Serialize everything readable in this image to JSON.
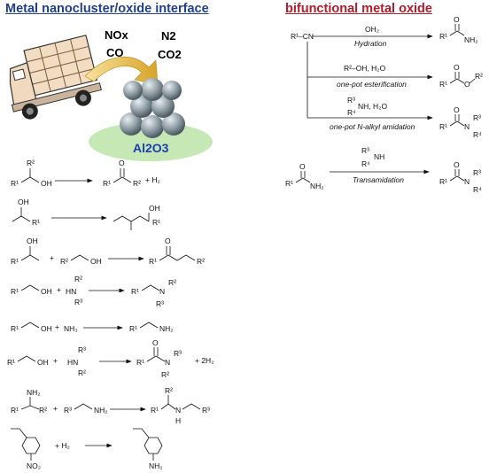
{
  "headings": {
    "left": "Metal nanocluster/oxide interface",
    "right": "bifunctional metal oxide"
  },
  "illustration": {
    "nox_label": "NOx",
    "co_label": "CO",
    "n2_label": "N2",
    "co2_label": "CO2",
    "support_label": "Al2O3"
  },
  "colors": {
    "heading_left": "#1f3f8f",
    "heading_right": "#b01c2a",
    "support_ellipse": "#c5e8b5",
    "support_text": "#1a3fb0",
    "cluster": "#8c9aa3",
    "arrow_gold": "#e7b93b"
  },
  "left_reactions": [
    {
      "reagents": "R1–CH(OH)–R2",
      "products": "R1–C(=O)–R2  + H2"
    },
    {
      "reagents": "CH3–CH(OH)–R1",
      "products": "branched alcohol with OH and R1"
    },
    {
      "reagents": "R1–CH(OH)CH3  +  R2–CH2OH",
      "products": "R1–C(=O)–CH2CH2–R2"
    },
    {
      "reagents": "R1–CH2OH  +  HNR2R3",
      "products": "R1–CH2–NR2R3"
    },
    {
      "reagents": "R1–CH2OH  +  NH3",
      "products": "R1–CH2–NH2"
    },
    {
      "reagents": "R1–CH2OH  +  HNR3R2",
      "products": "R1–C(=O)–NR3R2  + 2H2"
    },
    {
      "reagents": "R1–CH(NH2)–R2  +  R3–CH2NH2",
      "products": "R1–CH(R2)–NH–CH2–R3"
    },
    {
      "reagents": "4-nitrostyrene + H2",
      "products": "4-aminostyrene"
    }
  ],
  "right_reactions": {
    "nitrile": "R1–CN",
    "branches": [
      {
        "reagent": "OH2",
        "condition": "Hydration",
        "product": "R1C(O)NH2"
      },
      {
        "reagent": "R2–OH, H2O",
        "condition": "one-pot esterification",
        "product": "R1C(O)OR2"
      },
      {
        "reagent": "R3R4NH, H2O",
        "condition": "one-pot N-alkyl amidation",
        "product": "R1C(O)NR3R4"
      }
    ],
    "transamidation": {
      "reagent": "R3R4NH",
      "condition": "Transamidation",
      "substrate": "R1C(O)NH2",
      "product": "R1C(O)NR3R4"
    }
  }
}
